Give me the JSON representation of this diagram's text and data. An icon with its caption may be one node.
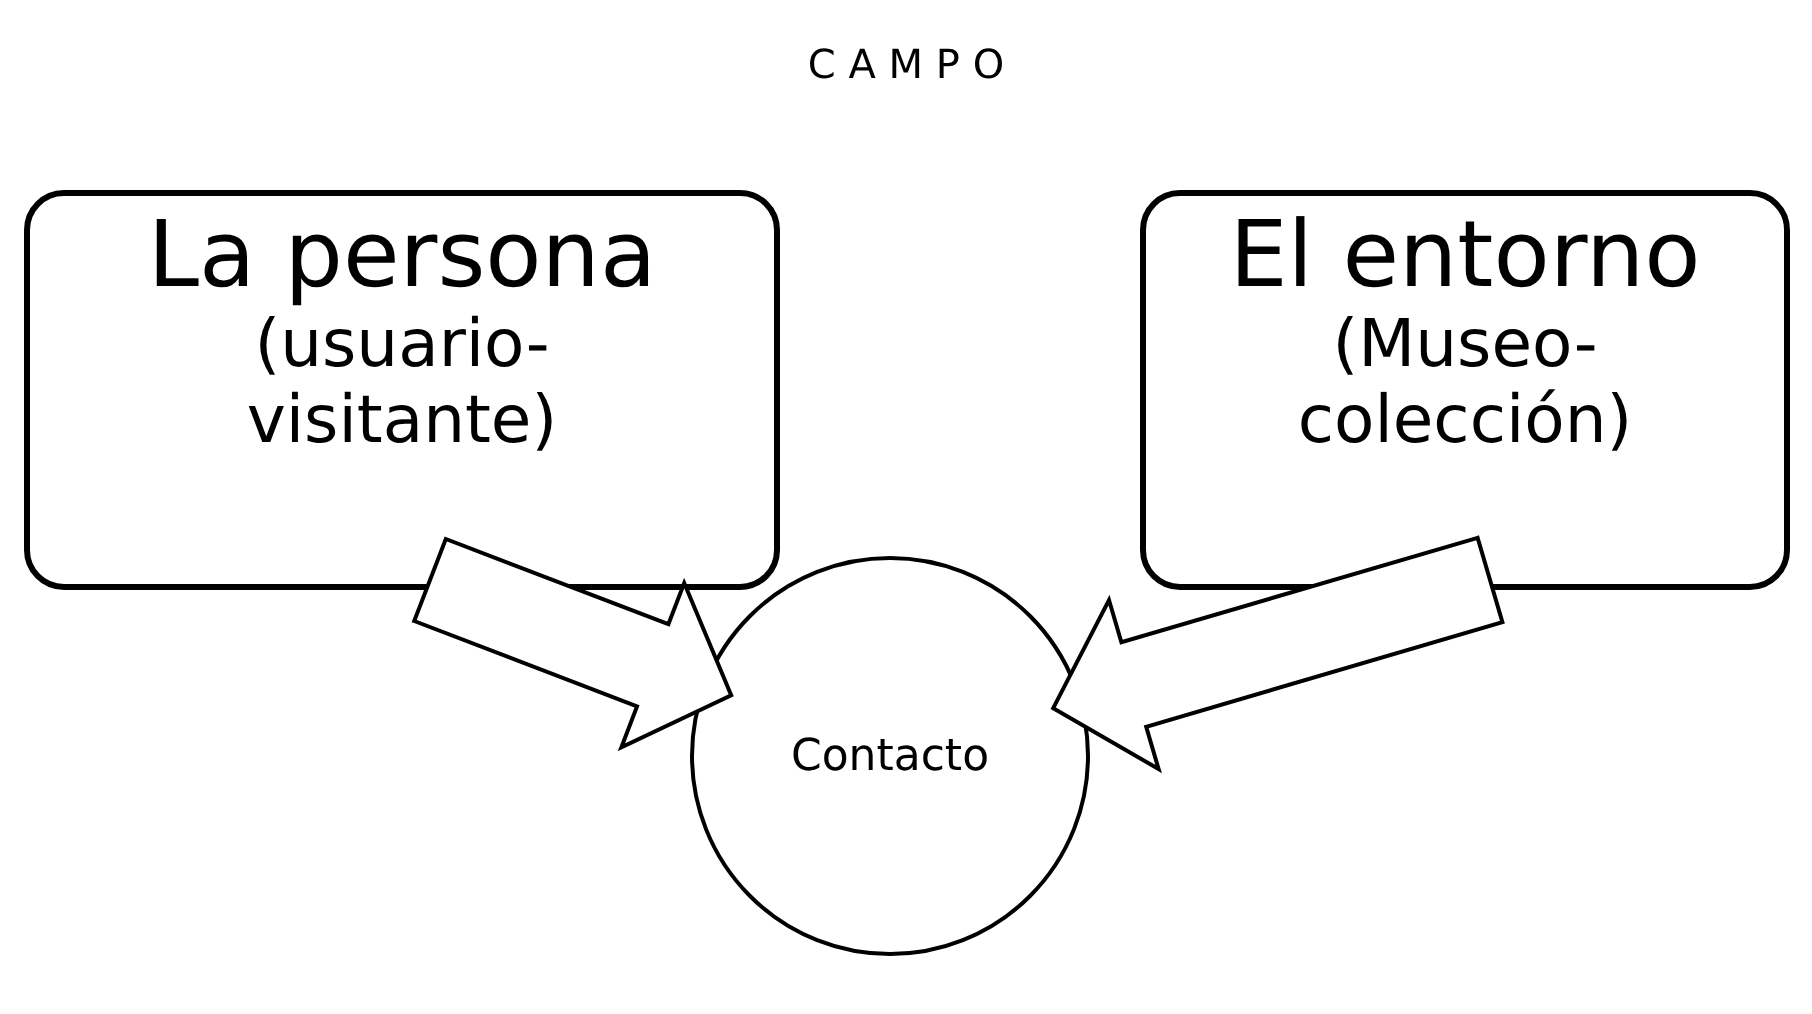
{
  "diagram": {
    "title": "C A M P O",
    "nodes": [
      {
        "text": [
          "La persona",
          "(usuario- visitante)"
        ]
      },
      {
        "text": [
          "El entorno",
          "(Museo- colección)"
        ]
      },
      {
        "text": [
          "Contacto"
        ]
      }
    ],
    "edges": [
      {
        "from": 0,
        "to": 2,
        "arrow": "to"
      },
      {
        "from": 1,
        "to": 2,
        "arrow": "to"
      }
    ]
  }
}
